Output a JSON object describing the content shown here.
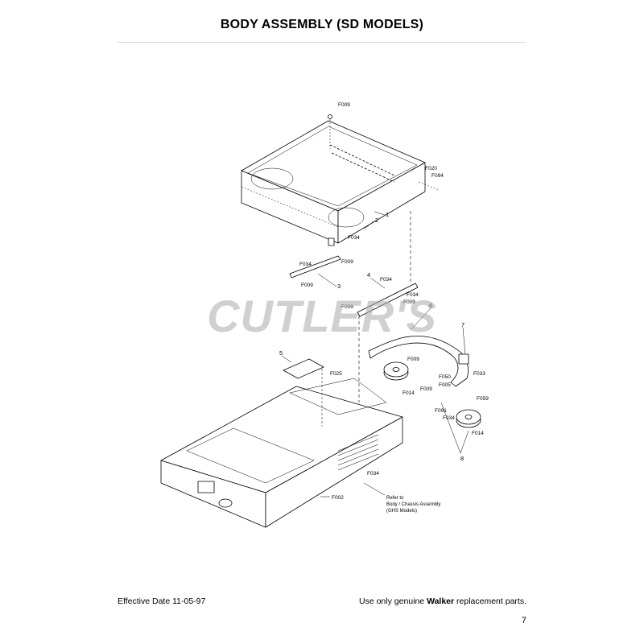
{
  "title": "BODY ASSEMBLY (SD MODELS)",
  "watermark": "CUTLER'S",
  "footer": {
    "effective_date": "Effective Date 11-05-97",
    "notice_prefix": "Use only genuine ",
    "notice_brand": "Walker",
    "notice_suffix": " replacement parts.",
    "page_number": "7"
  },
  "callouts": {
    "part_1": "1",
    "part_2": "2",
    "part_3": "3",
    "part_4": "4",
    "part_5": "5",
    "part_6": "6",
    "part_7": "7",
    "part_8": "8",
    "f009_top": "F009",
    "f020": "F020",
    "f084": "F084",
    "f034_a": "F034",
    "f034_b": "F034",
    "f009_b": "F009",
    "f009_c": "F009",
    "f034_c": "F034",
    "f034_d": "F034",
    "f009_d": "F009",
    "f009_e": "F009",
    "f009_f": "F009",
    "f033": "F033",
    "f050": "F050",
    "f025": "F025",
    "f014_a": "F014",
    "f009_g": "F009",
    "f005": "F005",
    "f059": "F059",
    "f091": "F091",
    "f034_e": "F034",
    "f014_b": "F014",
    "f034_f": "F034",
    "f002": "F002"
  },
  "note": {
    "line1": "Refer to",
    "line2": "Body / Chassis Assembly",
    "line3": "(GHS Models)"
  }
}
